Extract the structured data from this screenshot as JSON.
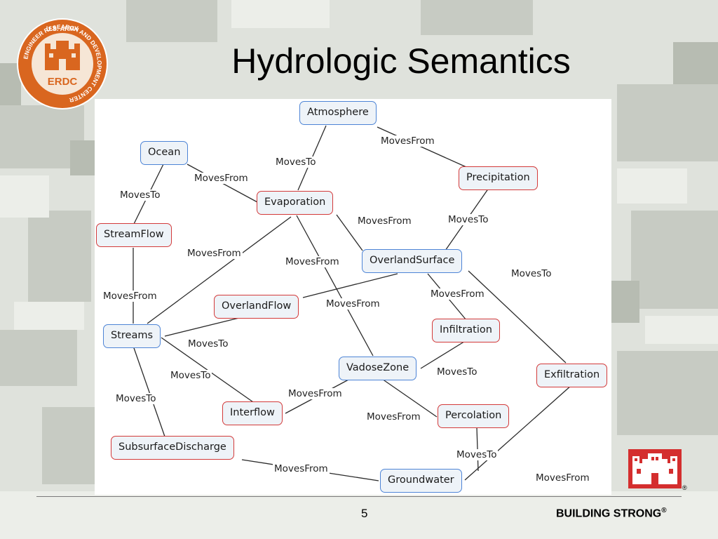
{
  "slide": {
    "title": "Hydrologic Semantics",
    "page_number": "5",
    "brand": "BUILDING STRONG",
    "brand_mark": "®",
    "logo_top_text": "U.S. ARMY",
    "logo_ring_text": "ENGINEER RESEARCH AND DEVELOPMENT CENTER",
    "logo_center_text": "ERDC",
    "castle_mark": "®"
  },
  "colors": {
    "blue_node_border": "#4d84d6",
    "red_node_border": "#d33a3a",
    "node_fill": "#eef3f8",
    "logo_orange": "#d9661f",
    "castle_red": "#d42e2e"
  },
  "diagram": {
    "nodes": [
      {
        "id": "atmosphere",
        "label": "Atmosphere",
        "kind": "blue"
      },
      {
        "id": "ocean",
        "label": "Ocean",
        "kind": "blue"
      },
      {
        "id": "precipitation",
        "label": "Precipitation",
        "kind": "red"
      },
      {
        "id": "evaporation",
        "label": "Evaporation",
        "kind": "red"
      },
      {
        "id": "streamflow",
        "label": "StreamFlow",
        "kind": "red"
      },
      {
        "id": "overlandsurface",
        "label": "OverlandSurface",
        "kind": "blue"
      },
      {
        "id": "overlandflow",
        "label": "OverlandFlow",
        "kind": "red"
      },
      {
        "id": "streams",
        "label": "Streams",
        "kind": "blue"
      },
      {
        "id": "infiltration",
        "label": "Infiltration",
        "kind": "red"
      },
      {
        "id": "vadosezone",
        "label": "VadoseZone",
        "kind": "blue"
      },
      {
        "id": "exfiltration",
        "label": "Exfiltration",
        "kind": "red"
      },
      {
        "id": "interflow",
        "label": "Interflow",
        "kind": "red"
      },
      {
        "id": "percolation",
        "label": "Percolation",
        "kind": "red"
      },
      {
        "id": "subsurfacedischarge",
        "label": "SubsurfaceDischarge",
        "kind": "red"
      },
      {
        "id": "groundwater",
        "label": "Groundwater",
        "kind": "blue"
      }
    ],
    "edges": [
      {
        "from": "precipitation",
        "to": "atmosphere",
        "label": "MovesFrom"
      },
      {
        "from": "evaporation",
        "to": "atmosphere",
        "label": "MovesTo"
      },
      {
        "from": "evaporation",
        "to": "ocean",
        "label": "MovesFrom"
      },
      {
        "from": "streamflow",
        "to": "ocean",
        "label": "MovesTo"
      },
      {
        "from": "precipitation",
        "to": "overlandsurface",
        "label": "MovesTo"
      },
      {
        "from": "evaporation",
        "to": "overlandsurface",
        "label": "MovesFrom"
      },
      {
        "from": "evaporation",
        "to": "streams",
        "label": "MovesFrom"
      },
      {
        "from": "evaporation",
        "to": "vadosezone",
        "label": "MovesFrom"
      },
      {
        "from": "streamflow",
        "to": "streams",
        "label": "MovesFrom"
      },
      {
        "from": "overlandflow",
        "to": "overlandsurface",
        "label": "MovesFrom"
      },
      {
        "from": "infiltration",
        "to": "overlandsurface",
        "label": "MovesFrom"
      },
      {
        "from": "exfiltration",
        "to": "overlandsurface",
        "label": "MovesTo"
      },
      {
        "from": "overlandflow",
        "to": "streams",
        "label": "MovesTo"
      },
      {
        "from": "infiltration",
        "to": "vadosezone",
        "label": "MovesTo"
      },
      {
        "from": "interflow",
        "to": "streams",
        "label": "MovesTo"
      },
      {
        "from": "subsurfacedischarge",
        "to": "streams",
        "label": "MovesTo"
      },
      {
        "from": "interflow",
        "to": "vadosezone",
        "label": "MovesFrom"
      },
      {
        "from": "percolation",
        "to": "vadosezone",
        "label": "MovesFrom"
      },
      {
        "from": "percolation",
        "to": "groundwater",
        "label": "MovesTo"
      },
      {
        "from": "subsurfacedischarge",
        "to": "groundwater",
        "label": "MovesFrom"
      },
      {
        "from": "exfiltration",
        "to": "groundwater",
        "label": "MovesFrom"
      }
    ]
  }
}
